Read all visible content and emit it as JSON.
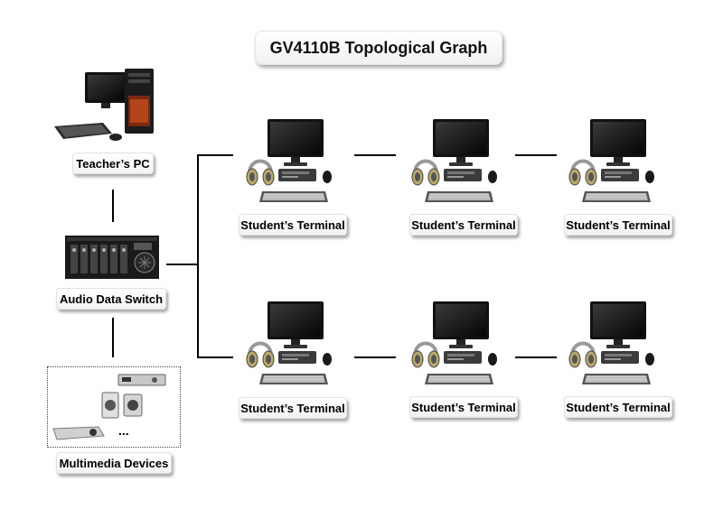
{
  "title": "GV4110B Topological Graph",
  "left_column": {
    "teacher_pc": "Teacher’s PC",
    "audio_switch": "Audio Data Switch",
    "multimedia": "Multimedia Devices",
    "ellipsis": "..."
  },
  "terminals": [
    {
      "label": "Student’s Terminal"
    },
    {
      "label": "Student’s Terminal"
    },
    {
      "label": "Student’s Terminal"
    },
    {
      "label": "Student’s Terminal"
    },
    {
      "label": "Student’s Terminal"
    },
    {
      "label": "Student’s Terminal"
    }
  ],
  "icons": {
    "teacher_pc": "desktop-pc-icon",
    "audio_switch": "switch-rack-icon",
    "multimedia": "multimedia-devices-icon",
    "terminal": "student-terminal-icon"
  }
}
